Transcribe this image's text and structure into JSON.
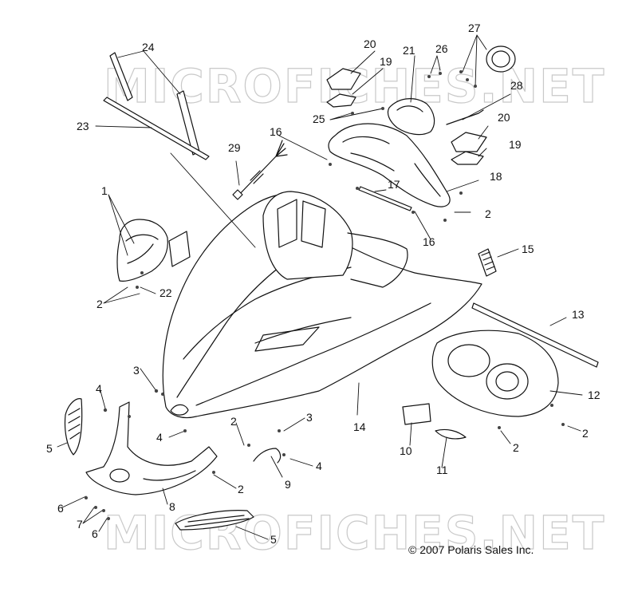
{
  "watermark": {
    "text": "MICROFICHES.NET"
  },
  "copyright": "© 2007 Polaris Sales Inc.",
  "callouts": {
    "c1": "1",
    "c2": "2",
    "c3": "3",
    "c4": "4",
    "c5": "5",
    "c6": "6",
    "c7": "7",
    "c8": "8",
    "c9": "9",
    "c10": "10",
    "c11": "11",
    "c12": "12",
    "c13": "13",
    "c14": "14",
    "c15": "15",
    "c16": "16",
    "c17": "17",
    "c18": "18",
    "c19": "19",
    "c20": "20",
    "c21": "21",
    "c22": "22",
    "c23": "23",
    "c24": "24",
    "c25": "25",
    "c26": "26",
    "c27": "27",
    "c28": "28",
    "c29": "29"
  }
}
